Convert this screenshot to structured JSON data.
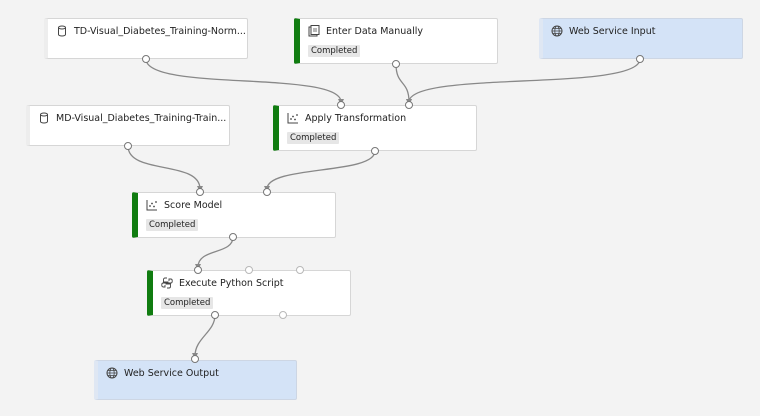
{
  "pipeline": {
    "nodes": {
      "td_dataset": {
        "title": "TD-Visual_Diabetes_Training-Norm...",
        "icon": "dataset-icon"
      },
      "enter_data": {
        "title": "Enter Data Manually",
        "status": "Completed",
        "icon": "enter-data-icon"
      },
      "ws_input": {
        "title": "Web Service Input",
        "icon": "globe-icon"
      },
      "md_dataset": {
        "title": "MD-Visual_Diabetes_Training-Train...",
        "icon": "dataset-icon"
      },
      "apply_transform": {
        "title": "Apply Transformation",
        "status": "Completed",
        "icon": "module-icon"
      },
      "score_model": {
        "title": "Score Model",
        "status": "Completed",
        "icon": "module-icon"
      },
      "exec_python": {
        "title": "Execute Python Script",
        "status": "Completed",
        "icon": "python-icon"
      },
      "ws_output": {
        "title": "Web Service Output",
        "icon": "globe-icon"
      }
    }
  },
  "colors": {
    "completed": "#107c10",
    "webservice": "#d4e3f7",
    "canvas": "#f3f3f3",
    "wire": "#888888"
  }
}
